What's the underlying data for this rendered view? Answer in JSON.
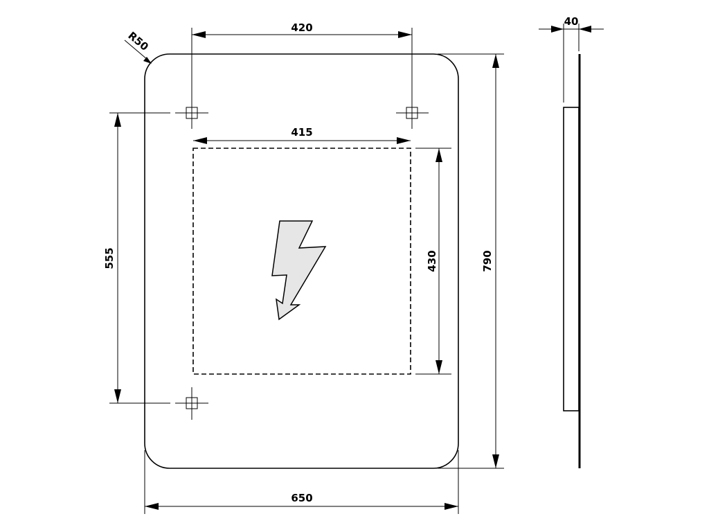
{
  "drawing": {
    "dimensions": {
      "corner_radius": "R50",
      "hole_spacing_width": "420",
      "cutout_width": "415",
      "hole_spacing_height": "555",
      "cutout_height": "430",
      "total_height": "790",
      "total_width": "650",
      "depth": "40"
    },
    "colors": {
      "line": "#000000",
      "symbol_fill": "#e6e6e6"
    },
    "icons": [
      "lightning-bolt-icon",
      "mounting-hole-icon"
    ]
  }
}
